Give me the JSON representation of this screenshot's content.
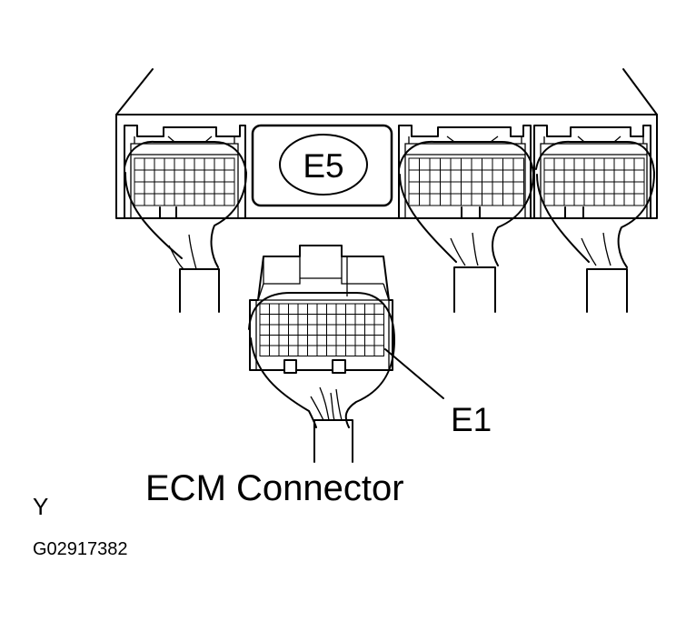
{
  "labels": {
    "center_badge": "E5",
    "pointer_label": "E1",
    "caption": "ECM Connector",
    "corner_mark": "Y",
    "figure_code": "G02917382"
  }
}
